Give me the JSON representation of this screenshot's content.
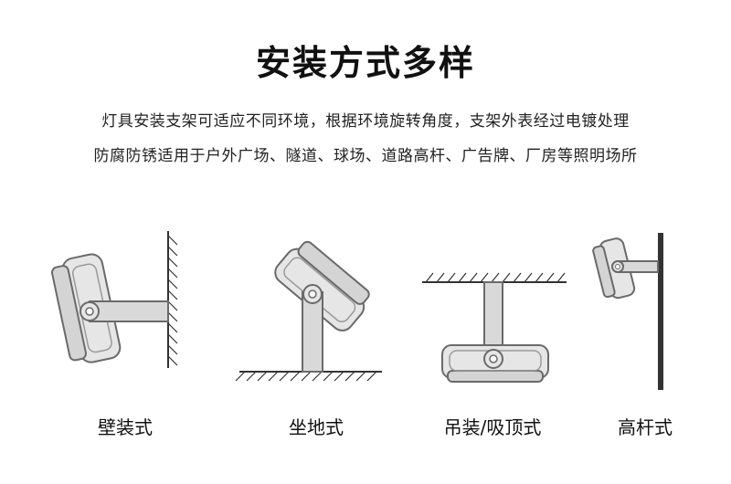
{
  "page": {
    "title": "安装方式多样",
    "description_lines": [
      "灯具安装支架可适应不同环境，根据环境旋转角度，支架外表经过电镀处理",
      "防腐防锈适用于户外广场、隧道、球场、道路高杆、广告牌、厂房等照明场所"
    ]
  },
  "methods": [
    {
      "label": "壁装式",
      "icon": "wall-mount-icon"
    },
    {
      "label": "坐地式",
      "icon": "floor-mount-icon"
    },
    {
      "label": "吊装/吸顶式",
      "icon": "ceiling-mount-icon"
    },
    {
      "label": "高杆式",
      "icon": "pole-mount-icon"
    }
  ],
  "colors": {
    "stroke": "#6a6a6a",
    "fill_light": "#d9d9d9",
    "fill_mid": "#c4c4c4",
    "surface": "#333333"
  }
}
